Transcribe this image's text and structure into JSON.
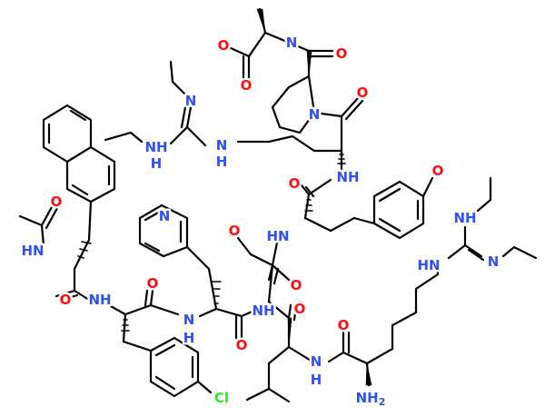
{
  "colors": {
    "bond": "#000000",
    "O": "#ff0d0d",
    "N": "#3050f8",
    "Cl": "#1ff01f",
    "background": "#ffffff"
  },
  "atoms": {
    "O": "O",
    "N": "N",
    "NH": "NH",
    "HN": "HN",
    "H": "H",
    "Cl": "Cl",
    "NH2_base": "NH",
    "NH2_sub": "2"
  }
}
